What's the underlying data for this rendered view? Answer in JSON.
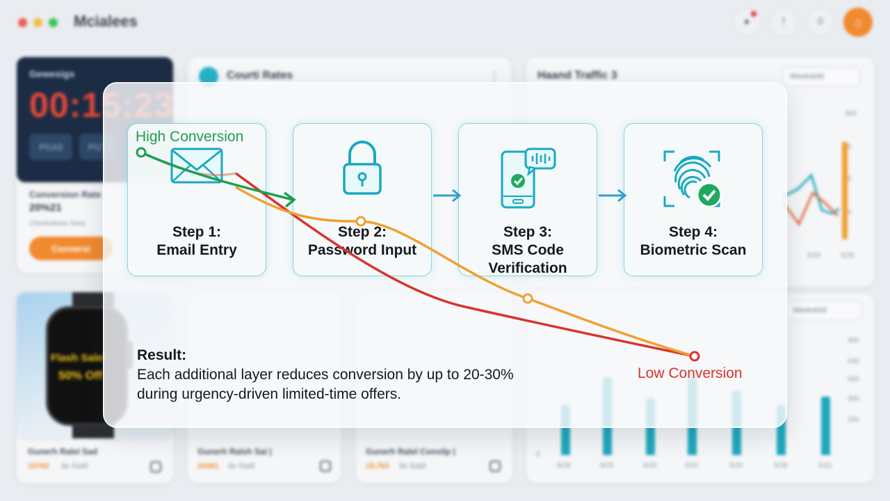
{
  "app": {
    "title": "Mcialees"
  },
  "background": {
    "timer_card": {
      "label": "Gewesigs",
      "time": "00:15:23",
      "chips": [
        "PG43",
        "PGT"
      ]
    },
    "conversion_card": {
      "title": "Conversion Rate",
      "value": "20%21",
      "subtitle": "Checkobsea Sass",
      "button": "Conversi"
    },
    "rates_card": {
      "title": "Courti Rates"
    },
    "traffic_card": {
      "title": "Haand Traffic 3",
      "select": "Weekdold",
      "ticks": [
        "300",
        "0",
        "0",
        "0"
      ],
      "x_labels": [
        "5/20",
        "5/25"
      ]
    },
    "bottom_traffic": {
      "select": "Weekdold",
      "ticks": [
        "300",
        "200",
        "500",
        "300",
        "200",
        "0"
      ],
      "x_labels": [
        "8/28",
        "8/25",
        "6/20",
        "5/20",
        "5/20",
        "5/28",
        "5/22"
      ]
    },
    "watch_promo": {
      "line1": "Flash Sale!",
      "line2": "50% Off",
      "title": "Gunerh Ralel Sad",
      "value": "15762",
      "suffix": "Ile Siatil"
    },
    "mini_cards": [
      {
        "title": "Gunerh Ralsh Sai |",
        "value": "24361",
        "suffix": "Ile Siatil"
      },
      {
        "title": "Gunerh Ralel Convilp |",
        "value": "15,763",
        "suffix": "Ile Siatil"
      }
    ]
  },
  "overlay": {
    "steps": [
      {
        "title_line1": "Step 1:",
        "title_line2": "Email Entry",
        "icon": "envelope-icon"
      },
      {
        "title_line1": "Step 2:",
        "title_line2": "Password Input",
        "icon": "padlock-icon"
      },
      {
        "title_line1": "Step 3:",
        "title_line2": "SMS Code",
        "title_line3": "Verification",
        "icon": "smartphone-sms-icon"
      },
      {
        "title_line1": "Step 4:",
        "title_line2": "Biometric Scan",
        "icon": "fingerprint-icon"
      }
    ],
    "high_label": "High Conversion",
    "low_label": "Low Conversion",
    "result_heading": "Result:",
    "result_line1": "Each additional layer reduces conversion by up to 20-30%",
    "result_line2": "during urgency-driven limited-time offers.",
    "colors": {
      "high": "#1f9e4f",
      "mid": "#f0a030",
      "low": "#d9332e",
      "accent": "#1ea8bd"
    }
  }
}
